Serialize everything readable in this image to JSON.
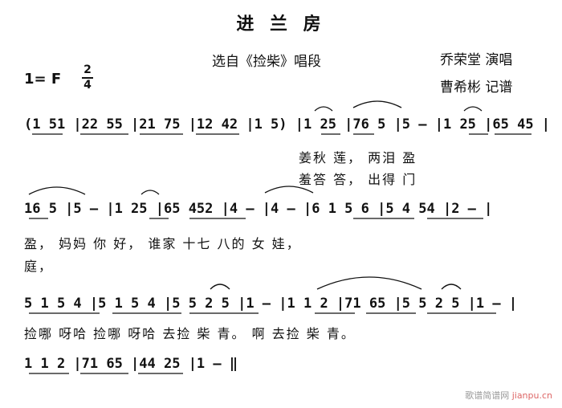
{
  "header": {
    "title": "进 兰 房",
    "subtitle": "选自《捡柴》唱段",
    "performer": "乔荣堂 演唱",
    "transcriber": "曹希彬 记谱",
    "key": "1= F",
    "time_num": "2",
    "time_den": "4"
  },
  "systems": [
    {
      "notes": "(1 51 |22 55 |21 75 |12 42 |1 5) |1 25 |76 5 |5 — |1 25 |65 45 |",
      "lyrics": [
        "姜秋 莲，       两泪 盈",
        "羞答 答，       出得 门"
      ]
    },
    {
      "notes": "16 5 |5 — |1 25 |65 452 |4 — |4 — |6 1 5 6 |5 4 54 |2 — |",
      "lyrics": [
        "盈，    妈妈 你   好，    谁家 十七 八的 女  娃，",
        "庭，"
      ]
    },
    {
      "notes": "5 1 5 4 |5 1 5 4 |5 5 2 5 |1 — |1 1 2 |71 65 |5 5 2 5 |1 — |",
      "lyrics": [
        "捡哪 呀哈  捡哪 呀哈  去捡  柴 青。  啊     去捡  柴 青。"
      ]
    },
    {
      "notes": "1 1 2 |71 65 |44 25 |1 — ‖",
      "lyrics": []
    }
  ],
  "watermark": {
    "text1": "歌谱简谱网",
    "text2": "jianpu.cn"
  }
}
